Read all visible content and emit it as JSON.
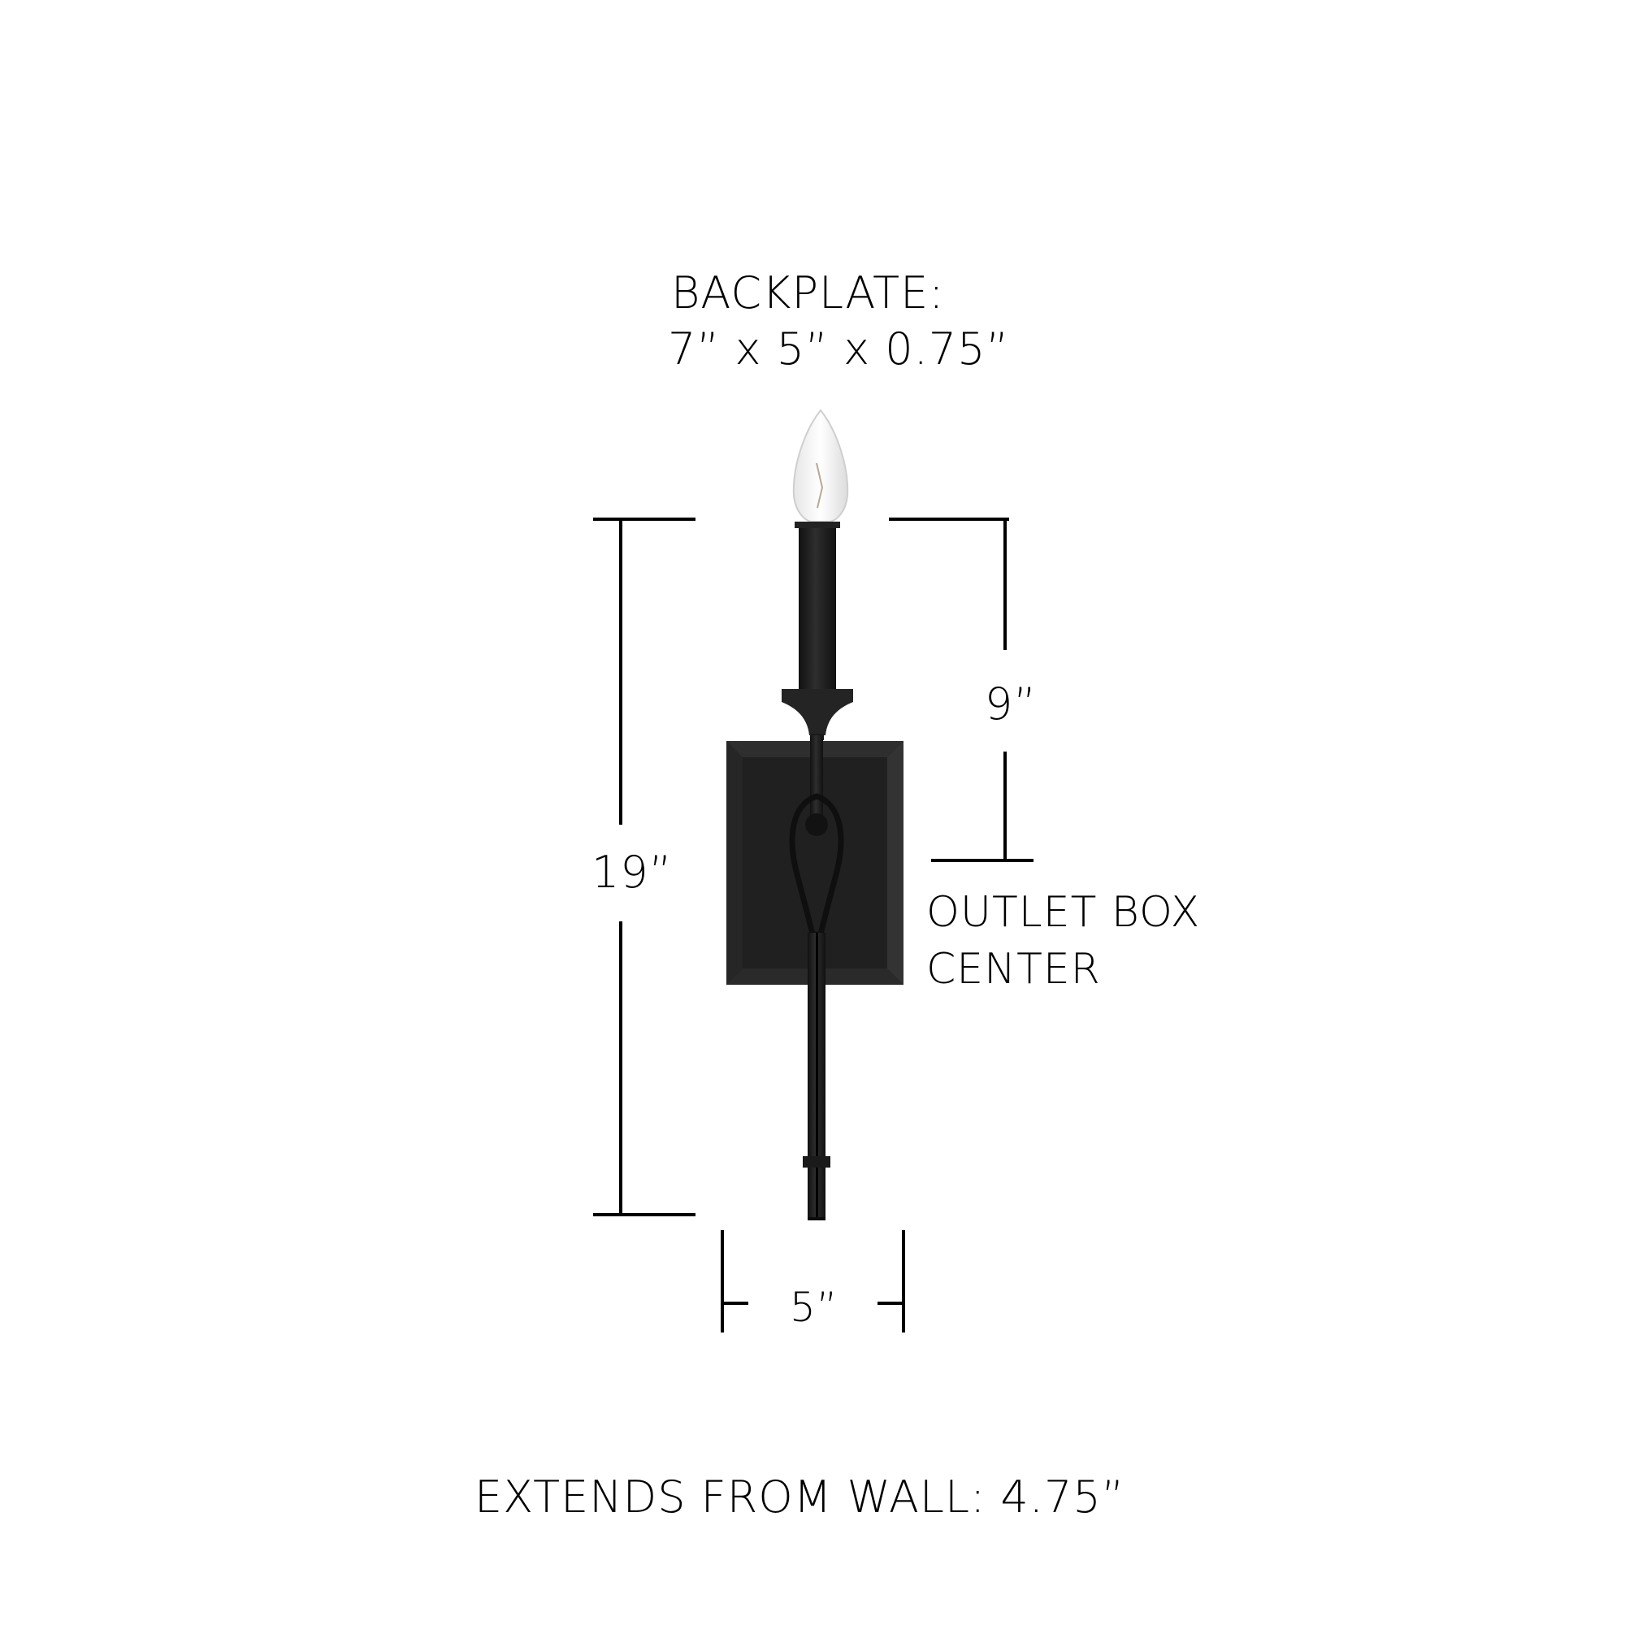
{
  "diagram": {
    "subject": "wall sconce dimension drawing",
    "backplate": {
      "heading": "BACKPLATE:",
      "dimensions": "7” x 5” x 0.75”"
    },
    "height_label": "19”",
    "outlet_offset_label": "9”",
    "outlet_label_line1": "OUTLET BOX",
    "outlet_label_line2": "CENTER",
    "width_label": "5”",
    "extension_label": "EXTENDS FROM WALL: 4.75”",
    "colors": {
      "background": "#ffffff",
      "lines": "#000000",
      "fixture": "#1c1c1c",
      "backplate": "#222222",
      "bulb": "#f2f2f2"
    }
  }
}
